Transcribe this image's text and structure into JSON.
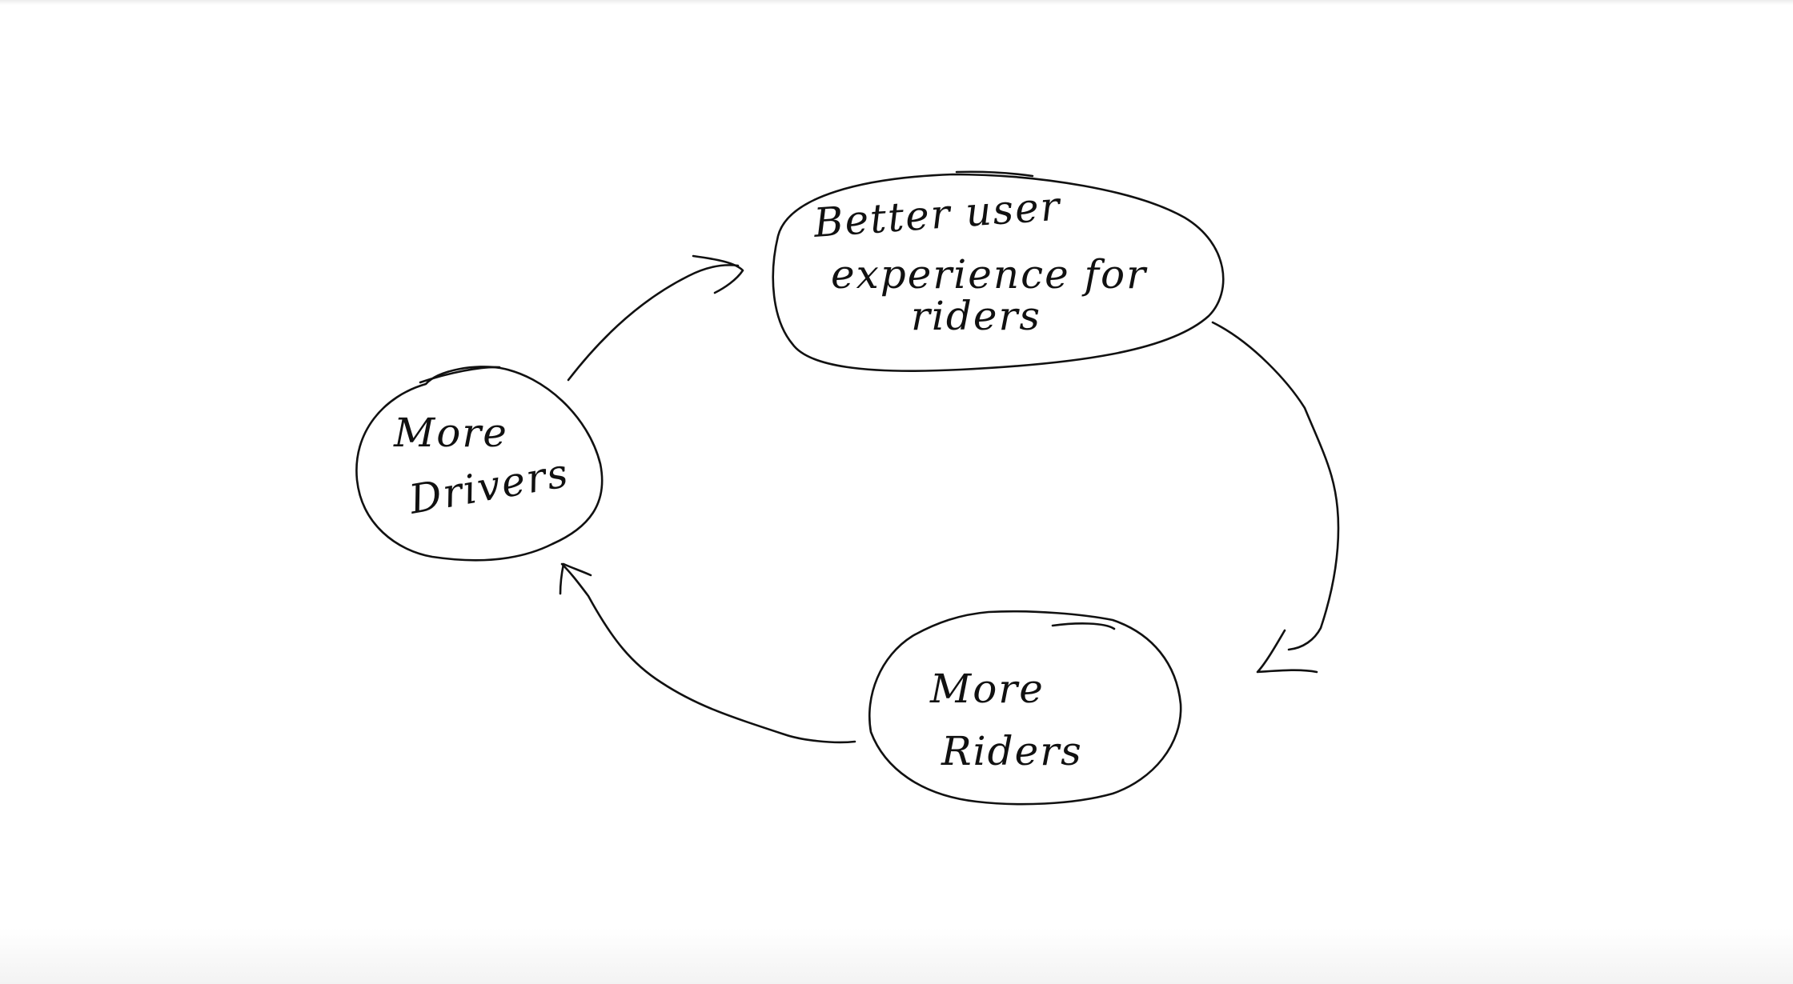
{
  "nodes": {
    "drivers": {
      "line1": "More",
      "line2": "Drivers"
    },
    "experience": {
      "line1": "Better user",
      "line2": "experience for",
      "line3": "riders"
    },
    "riders": {
      "line1": "More",
      "line2": "Riders"
    }
  },
  "edges": [
    {
      "from": "More Drivers",
      "to": "Better user experience for riders"
    },
    {
      "from": "Better user experience for riders",
      "to": "More Riders"
    },
    {
      "from": "More Riders",
      "to": "More Drivers"
    }
  ]
}
